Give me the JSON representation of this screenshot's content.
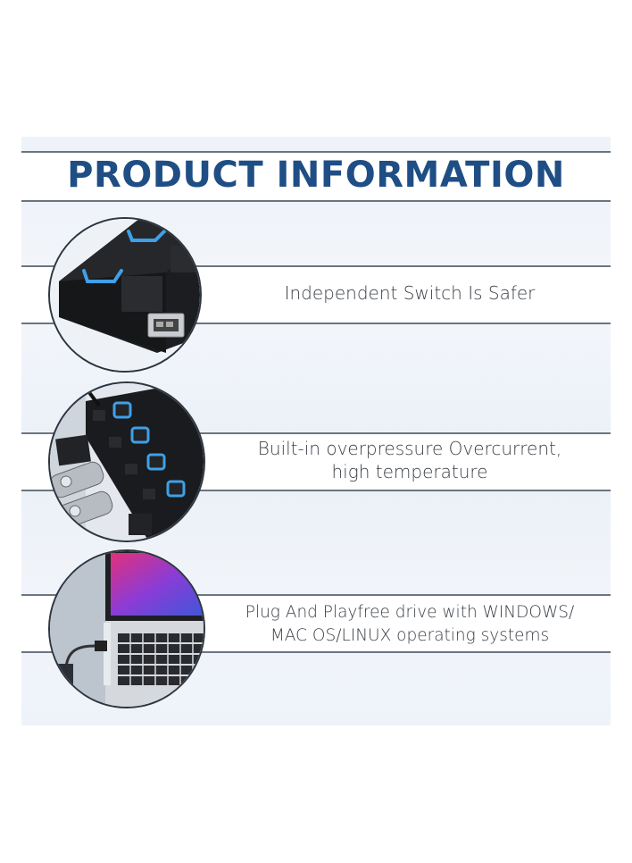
{
  "header": {
    "title": "PRODUCT INFORMATION"
  },
  "features": [
    {
      "text_line1": "Independent Switch Is Safer",
      "text_line2": "",
      "image": "usb-hub-switch-closeup"
    },
    {
      "text_line1": "Built-in overpressure Overcurrent,",
      "text_line2": "high temperature",
      "image": "usb-hub-with-flash-drives"
    },
    {
      "text_line1": "Plug And Playfree drive with WINDOWS/",
      "text_line2": "MAC OS/LINUX operating systems",
      "image": "laptop-with-usb-hub"
    }
  ],
  "colors": {
    "title": "#1f4e85",
    "lines": "#6c7580",
    "text": "#3a3f46",
    "led_blue": "#3fa0e8"
  }
}
